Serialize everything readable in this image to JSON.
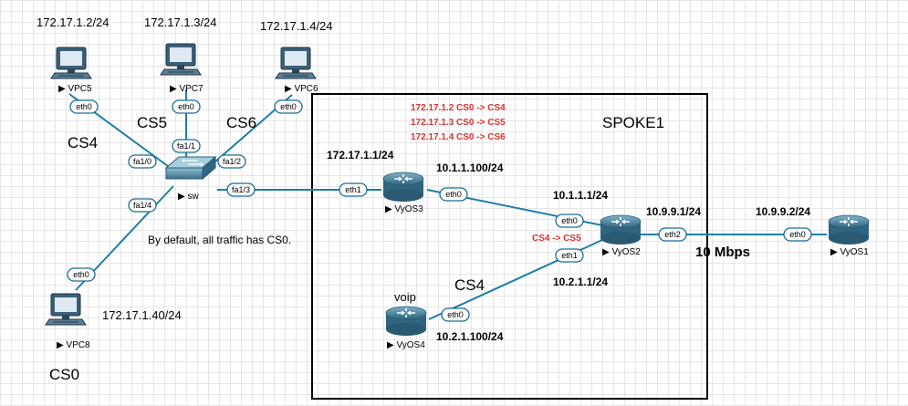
{
  "devices": {
    "vpc5": {
      "name": "VPC5",
      "ip": "172.17.1.2/24"
    },
    "vpc7": {
      "name": "VPC7",
      "ip": "172.17.1.3/24"
    },
    "vpc6": {
      "name": "VPC6",
      "ip": "172.17.1.4/24"
    },
    "vpc8": {
      "name": "VPC8",
      "ip": "172.17.1.40/24"
    },
    "sw": {
      "name": "sw"
    },
    "vyos3": {
      "name": "VyOS3",
      "ip": "172.17.1.1/24",
      "eth0_ip": "10.1.1.100/24"
    },
    "vyos2": {
      "name": "VyOS2",
      "eth0_ip": "10.1.1.1/24",
      "eth1_ip": "10.2.1.1/24",
      "eth2_ip": "10.9.9.1/24"
    },
    "vyos4": {
      "name": "VyOS4",
      "ip": "10.2.1.100/24",
      "tag": "voip"
    },
    "vyos1": {
      "name": "VyOS1",
      "ip": "10.9.9.2/24"
    }
  },
  "interfaces": {
    "vpc5_eth0": "eth0",
    "vpc7_eth0": "eth0",
    "vpc6_eth0": "eth0",
    "vpc8_eth0": "eth0",
    "sw_fa10": "fa1/0",
    "sw_fa11": "fa1/1",
    "sw_fa12": "fa1/2",
    "sw_fa13": "fa1/3",
    "sw_fa14": "fa1/4",
    "vyos3_eth1": "eth1",
    "vyos3_eth0": "eth0",
    "vyos2_eth0": "eth0",
    "vyos2_eth1": "eth1",
    "vyos2_eth2": "eth2",
    "vyos4_eth0": "eth0",
    "vyos1_eth0": "eth0"
  },
  "labels": {
    "cs4_vpc5": "CS4",
    "cs5_vpc7": "CS5",
    "cs6_vpc6": "CS6",
    "cs0_vpc8": "CS0",
    "cs4_voip": "CS4",
    "spoke": "SPOKE1",
    "default_note": "By default, all traffic has CS0.",
    "bandwidth": "10 Mbps",
    "remark": "CS4 -> CS5",
    "rules": [
      "172.17.1.2 CS0 -> CS4",
      "172.17.1.3 CS0 -> CS5",
      "172.17.1.4 CS0 -> CS6"
    ]
  },
  "colors": {
    "link": "#1f7ea8",
    "accent_red": "#e03030",
    "router_body": "#4a7f9a"
  }
}
